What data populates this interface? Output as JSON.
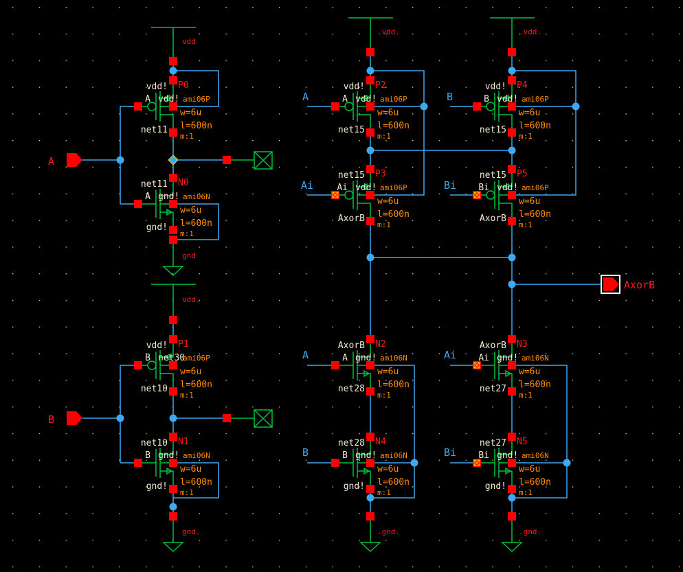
{
  "colors": {
    "wire": "#3ea8f0",
    "device": "#00c040",
    "pin_square": "#ff0000",
    "instance_name": "#ff1a1a",
    "property": "#ff8c00",
    "net_label": "#f2e8cc",
    "background": "#000000"
  },
  "pins": {
    "A": "A",
    "B": "B",
    "AxorB": "AxorB"
  },
  "supplies": {
    "vdd_left_top": "vdd",
    "gnd_left_top": "gnd",
    "vdd_left_bottom": "vdd.",
    "gnd_left_bottom": "gnd.",
    "vdd_mid": ".vdd.",
    "vdd_right": ".vdd.",
    "gnd_mid": ".gnd.",
    "gnd_right": ".gnd."
  },
  "wire_labels": {
    "A_top": "A",
    "Ai_top": "Ai",
    "B_top": "B",
    "Bi_top": "Bi",
    "A_bot": "A",
    "B_bot": "B",
    "Ai_bot": "Ai",
    "Bi_bot": "Bi"
  },
  "transistors": [
    {
      "name": "P0",
      "model": "ami06P",
      "w": "w=6u",
      "l": "l=600n",
      "m": "m:1",
      "top_net": "vdd!",
      "gate_net": "A",
      "bulk_net": "vdd!",
      "bottom_net": "net11",
      "type": "p"
    },
    {
      "name": "N0",
      "model": "ami06N",
      "w": "w=6u",
      "l": "l=600n",
      "m": "m:1",
      "top_net": "net11",
      "gate_net": "A",
      "bulk_net": "gnd!",
      "bottom_net": "gnd!",
      "type": "n"
    },
    {
      "name": "P1",
      "model": "ami06P",
      "w": "w=6u",
      "l": "l=600n",
      "m": "m:1",
      "top_net": "vdd!",
      "gate_net": "B",
      "bulk_net": "net30",
      "bottom_net": "net10",
      "type": "p"
    },
    {
      "name": "N1",
      "model": "ami06N",
      "w": "w=6u",
      "l": "l=600n",
      "m": "m:1",
      "top_net": "net10",
      "gate_net": "B",
      "bulk_net": "gnd!",
      "bottom_net": "gnd!",
      "type": "n"
    },
    {
      "name": "P2",
      "model": "ami06P",
      "w": "w=6u",
      "l": "l=600n",
      "m": "m:1",
      "top_net": "vdd!",
      "gate_net": "A",
      "bulk_net": "vdd!",
      "bottom_net": "net15",
      "type": "p"
    },
    {
      "name": "P3",
      "model": "ami06P",
      "w": "w=6u",
      "l": "l=600n",
      "m": "m:1",
      "top_net": "net15",
      "gate_net": "Ai",
      "bulk_net": "vdd!",
      "bottom_net": "AxorB",
      "type": "p"
    },
    {
      "name": "P4",
      "model": "ami06P",
      "w": "w=6u",
      "l": "l=600n",
      "m": "m:1",
      "top_net": "vdd!",
      "gate_net": "B",
      "bulk_net": "vdd!",
      "bottom_net": "net15",
      "type": "p"
    },
    {
      "name": "P5",
      "model": "ami06P",
      "w": "w=6u",
      "l": "l=600n",
      "m": "m:1",
      "top_net": "net15",
      "gate_net": "Bi",
      "bulk_net": "vdd!",
      "bottom_net": "AxorB",
      "type": "p"
    },
    {
      "name": "N2",
      "model": "ami06N",
      "w": "w=6u",
      "l": "l=600n",
      "m": "m:1",
      "top_net": "AxorB",
      "gate_net": "A",
      "bulk_net": "gnd!",
      "bottom_net": "net28",
      "type": "n"
    },
    {
      "name": "N4",
      "model": "ami06N",
      "w": "w=6u",
      "l": "l=600n",
      "m": "m:1",
      "top_net": "net28",
      "gate_net": "B",
      "bulk_net": "gnd!",
      "bottom_net": "gnd!",
      "type": "n"
    },
    {
      "name": "N3",
      "model": "ami06N",
      "w": "w=6u",
      "l": "l=600n",
      "m": "m:1",
      "top_net": "AxorB",
      "gate_net": "Ai",
      "bulk_net": "gnd!",
      "bottom_net": "net27",
      "type": "n"
    },
    {
      "name": "N5",
      "model": "ami06N",
      "w": "w=6u",
      "l": "l=600n",
      "m": "m:1",
      "top_net": "net27",
      "gate_net": "Bi",
      "bulk_net": "gnd!",
      "bottom_net": "gnd!",
      "type": "n"
    }
  ]
}
